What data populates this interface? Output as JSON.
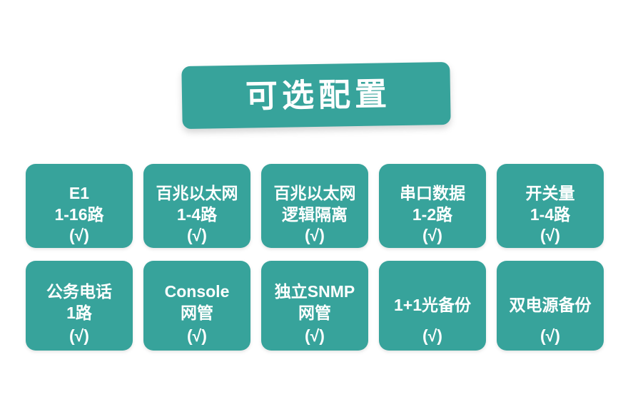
{
  "page": {
    "background_color": "#ffffff",
    "accent_color": "#37a39b",
    "text_color": "#ffffff"
  },
  "banner": {
    "title": "可选配置"
  },
  "tiles": {
    "check_mark": "(√)",
    "rows": [
      [
        {
          "name": "e1",
          "lines": [
            "E1",
            "1-16路"
          ],
          "check": "(√)"
        },
        {
          "name": "fast-ethernet",
          "lines": [
            "百兆以太网",
            "1-4路"
          ],
          "check": "(√)"
        },
        {
          "name": "ethernet-isolation",
          "lines": [
            "百兆以太网",
            "逻辑隔离"
          ],
          "check": "(√)"
        },
        {
          "name": "serial-data",
          "lines": [
            "串口数据",
            "1-2路"
          ],
          "check": "(√)"
        },
        {
          "name": "switch-quantity",
          "lines": [
            "开关量",
            "1-4路"
          ],
          "check": "(√)"
        }
      ],
      [
        {
          "name": "service-phone",
          "lines": [
            "公务电话",
            "1路"
          ],
          "check": "(√)"
        },
        {
          "name": "console-management",
          "lines": [
            "Console",
            "网管"
          ],
          "check": "(√)"
        },
        {
          "name": "snmp-management",
          "lines": [
            "独立SNMP",
            "网管"
          ],
          "check": "(√)"
        },
        {
          "name": "optical-backup",
          "lines": [
            "1+1光备份"
          ],
          "check": "(√)"
        },
        {
          "name": "dual-power-backup",
          "lines": [
            "双电源备份"
          ],
          "check": "(√)"
        }
      ]
    ]
  }
}
